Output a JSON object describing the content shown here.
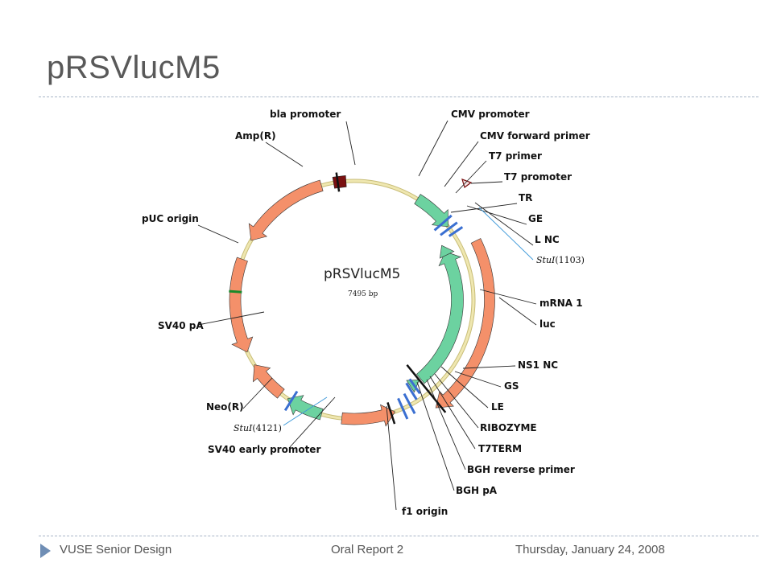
{
  "slide": {
    "title": "pRSVlucM5"
  },
  "plasmid": {
    "name": "pRSVlucM5",
    "size": "7495 bp",
    "stu_sites": [
      {
        "enzyme": "StuI",
        "position": "(1103)"
      },
      {
        "enzyme": "StuI",
        "position": "(4121)"
      }
    ]
  },
  "features": {
    "bla_promoter": "bla promoter",
    "amp_r": "Amp(R)",
    "puc_origin": "pUC origin",
    "sv40_pa": "SV40 pA",
    "neo_r": "Neo(R)",
    "sv40_early_promoter": "SV40 early promoter",
    "cmv_promoter": "CMV promoter",
    "cmv_forward_primer": "CMV forward primer",
    "t7_primer": "T7 primer",
    "t7_promoter": "T7 promoter",
    "tr": "TR",
    "ge": "GE",
    "l_nc": "L NC",
    "mrna1": "mRNA 1",
    "luc": "luc",
    "ns1_nc": "NS1 NC",
    "gs": "GS",
    "le": "LE",
    "ribozyme": "RIBOZYME",
    "t7term": "T7TERM",
    "bgh_reverse_primer": "BGH reverse primer",
    "bgh_pa": "BGH pA",
    "f1_origin": "f1 origin"
  },
  "colors": {
    "orange_feature": "#f4906a",
    "green_feature": "#6cd2a0",
    "backbone": "#efe7b0",
    "primer_blue": "#3a6fd1",
    "stu_line": "#3a97d8",
    "promoter_dark": "#7a1010",
    "footer_bullet": "#6f8eb5"
  },
  "footer": {
    "left": "VUSE Senior Design",
    "center": "Oral Report 2",
    "right": "Thursday, January 24, 2008"
  }
}
